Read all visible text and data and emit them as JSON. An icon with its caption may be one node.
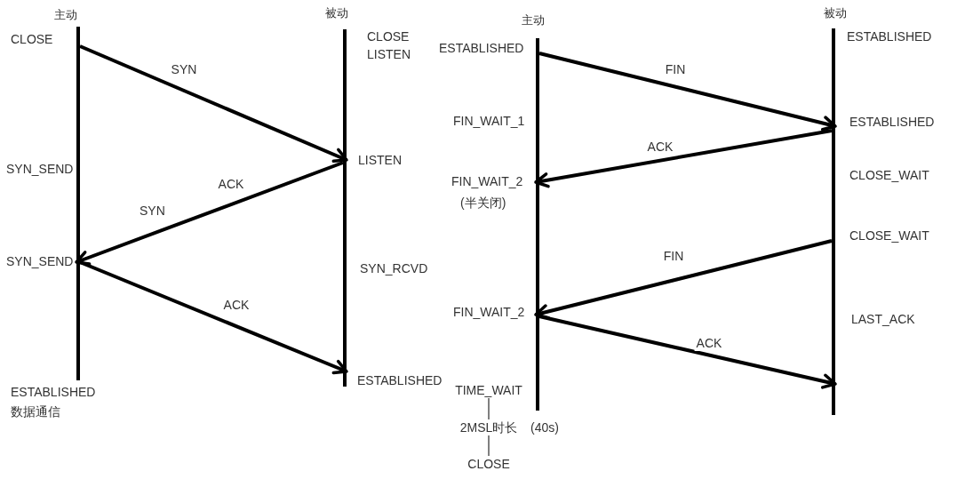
{
  "diagram": {
    "nodes": [
      {
        "text": [
          "主动"
        ],
        "beside": [
          "CLOSE",
          "SYN_SEND",
          "SYN_SEND",
          "ESTABLISHED",
          "数据通信"
        ]
      },
      {
        "text": [
          "被动"
        ],
        "beside": [
          "CLOSE",
          "LISTEN",
          "LISTEN",
          "SYN_RCVD",
          "ESTABLISHED"
        ]
      },
      {
        "text": [
          "主动"
        ],
        "beside": [
          "ESTABLISHED",
          "FIN_WAIT_1",
          "FIN_WAIT_2",
          "(半关闭)",
          "FIN_WAIT_2"
        ]
      },
      {
        "text": [
          "被动"
        ],
        "beside": [
          "ESTABLISHED",
          "ESTABLISHED",
          "CLOSE_WAIT",
          "CLOSE_WAIT",
          "LAST_ACK"
        ]
      },
      {
        "text": [
          "TIME_WAIT"
        ]
      },
      {
        "text": [
          "2MSL时长"
        ],
        "beside": [
          "(40s)"
        ]
      },
      {
        "text": [
          "CLOSE"
        ]
      }
    ],
    "edges": [
      {
        "from": 0,
        "to": 1,
        "arrow": "to",
        "label": "SYN"
      },
      {
        "from": 1,
        "to": 0,
        "arrow": "to",
        "label": "ACK"
      },
      {
        "from": 0,
        "to": 1,
        "arrow": "to",
        "label": "ACK"
      },
      {
        "from": 2,
        "to": 3,
        "arrow": "to",
        "label": "FIN"
      },
      {
        "from": 3,
        "to": 2,
        "arrow": "to",
        "label": "ACK"
      },
      {
        "from": 3,
        "to": 2,
        "arrow": "to",
        "label": "FIN"
      },
      {
        "from": 2,
        "to": 3,
        "arrow": "to",
        "label": "ACK"
      },
      {
        "from": 4,
        "to": 5,
        "arrow": "none"
      },
      {
        "from": 5,
        "to": 6,
        "arrow": "none"
      }
    ],
    "labels": [
      "SYN"
    ]
  }
}
